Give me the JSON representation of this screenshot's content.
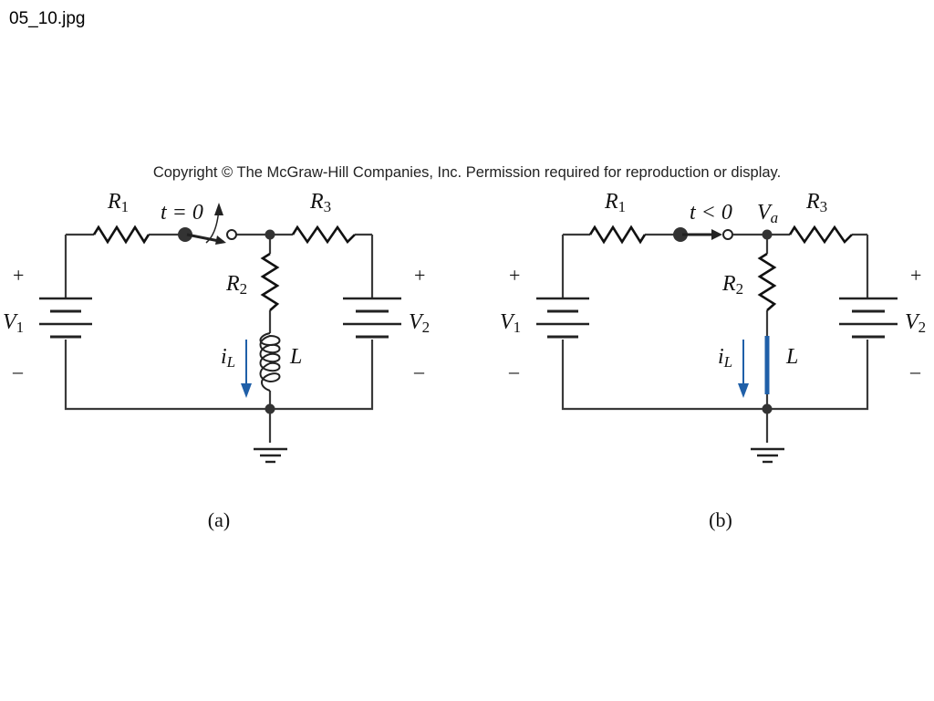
{
  "file_name": "05_10.jpg",
  "copyright": "Copyright © The McGraw-Hill Companies, Inc. Permission required for reproduction or display.",
  "colors": {
    "wire": "#3a3a3a",
    "accent_blue": "#1f5fa8"
  },
  "circuit_a": {
    "caption": "(a)",
    "r1": "R",
    "r1_sub": "1",
    "r2": "R",
    "r2_sub": "2",
    "r3": "R",
    "r3_sub": "3",
    "switch": "t = 0",
    "v1": "V",
    "v1_sub": "1",
    "v2": "V",
    "v2_sub": "2",
    "il": "i",
    "il_sub": "L",
    "inductor": "L",
    "plus": "+",
    "minus": "–"
  },
  "circuit_b": {
    "caption": "(b)",
    "r1": "R",
    "r1_sub": "1",
    "r2": "R",
    "r2_sub": "2",
    "r3": "R",
    "r3_sub": "3",
    "switch": "t < 0",
    "node": "V",
    "node_sub": "a",
    "v1": "V",
    "v1_sub": "1",
    "v2": "V",
    "v2_sub": "2",
    "il": "i",
    "il_sub": "L",
    "inductor": "L",
    "plus": "+",
    "minus": "–"
  }
}
